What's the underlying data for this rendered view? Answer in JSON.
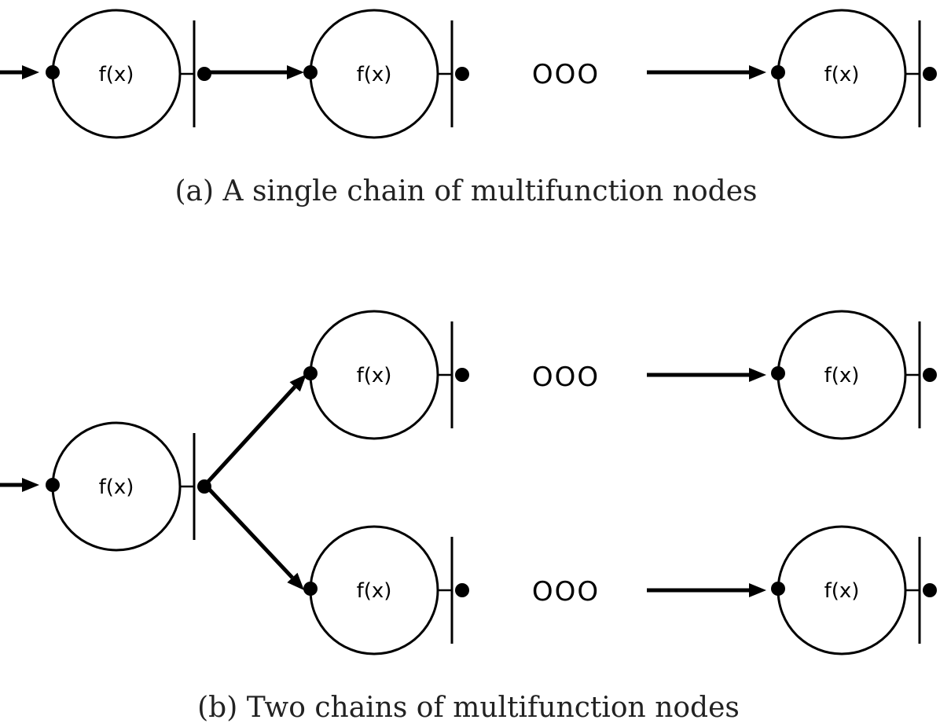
{
  "node_label": "f(x)",
  "ellipsis_label": "OOO",
  "caption_a": "(a) A single chain of multifunction nodes",
  "caption_b": "(b) Two chains of multifunction nodes"
}
